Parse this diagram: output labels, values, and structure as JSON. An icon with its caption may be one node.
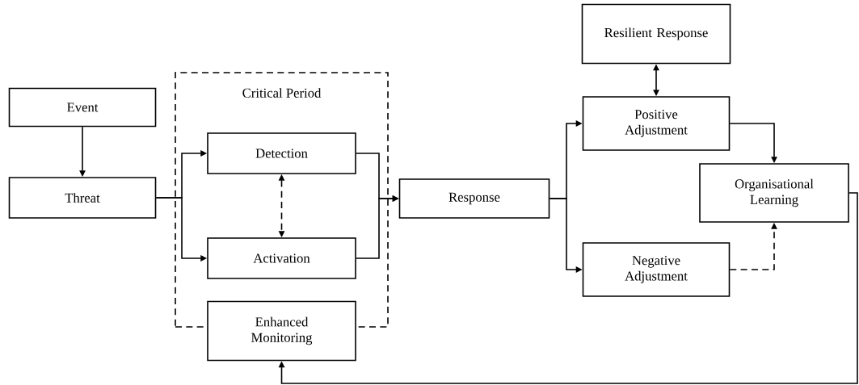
{
  "diagram": {
    "nodes": [
      {
        "text": [
          "Event"
        ]
      },
      {
        "text": [
          "Threat"
        ]
      },
      {
        "text": [
          "Critical Period"
        ]
      },
      {
        "text": [
          "Detection"
        ],
        "in": 2
      },
      {
        "text": [
          "Activation"
        ],
        "in": 2
      },
      {
        "text": [
          "Enhanced Monitoring"
        ]
      },
      {
        "text": [
          "Response"
        ]
      },
      {
        "text": [
          "Resilient Response"
        ]
      },
      {
        "text": [
          "Positive Adjustment"
        ]
      },
      {
        "text": [
          "Organisational Learning"
        ]
      },
      {
        "text": [
          "Negative Adjustment"
        ]
      }
    ],
    "edges": [
      {
        "from": 0,
        "to": 1,
        "arrow": "to"
      },
      {
        "from": 1,
        "to": 3,
        "arrow": "to"
      },
      {
        "from": 1,
        "to": 4,
        "arrow": "to"
      },
      {
        "from": 3,
        "to": 4,
        "arrow": "both",
        "style": "dashed"
      },
      {
        "from": 3,
        "to": 6,
        "arrow": "to"
      },
      {
        "from": 4,
        "to": 6,
        "arrow": "to"
      },
      {
        "from": 6,
        "to": 8,
        "arrow": "to"
      },
      {
        "from": 6,
        "to": 10,
        "arrow": "to"
      },
      {
        "from": 7,
        "to": 8,
        "arrow": "both"
      },
      {
        "from": 8,
        "to": 9,
        "arrow": "to"
      },
      {
        "from": 10,
        "to": 9,
        "arrow": "to",
        "style": "dashed"
      },
      {
        "from": 9,
        "to": 5,
        "arrow": "to"
      }
    ]
  }
}
